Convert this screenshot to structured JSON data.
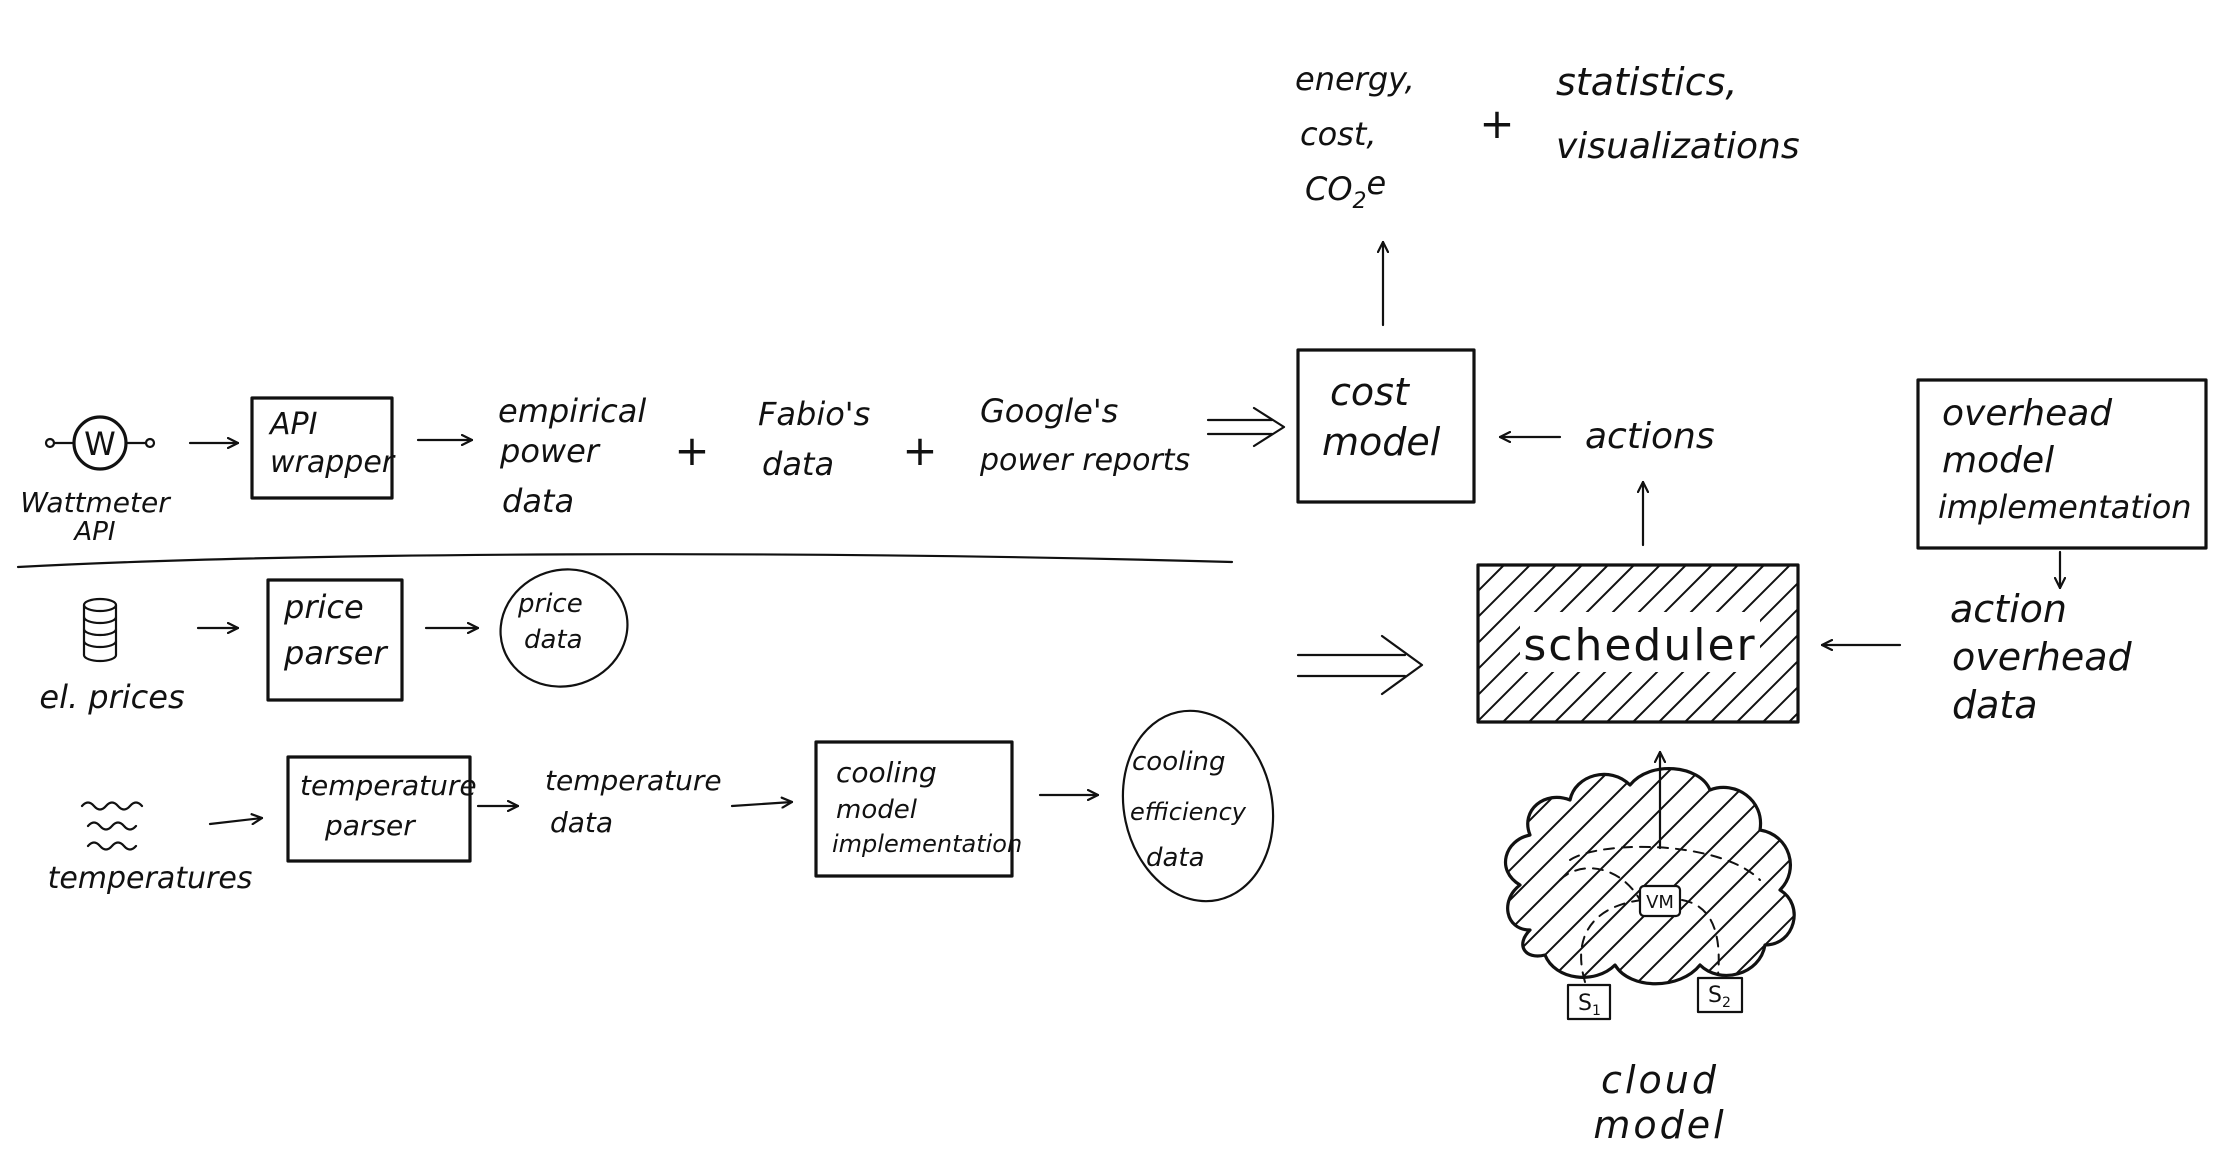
{
  "wattmeter": {
    "symbol": "W",
    "label_line1": "Wattmeter",
    "label_line2": "API"
  },
  "api_wrapper": {
    "line1": "API",
    "line2": "wrapper"
  },
  "empirical_power_data": {
    "line1": "empirical",
    "line2": "power",
    "line3": "data"
  },
  "fabios_data": {
    "line1": "Fabio's",
    "line2": "data"
  },
  "googles_power_reports": {
    "line1": "Google's",
    "line2": "power reports"
  },
  "plus_sign": "+",
  "cost_model": {
    "line1": "cost",
    "line2": "model"
  },
  "outputs": {
    "line1": "energy,",
    "line2": "cost,",
    "co2e_prefix": "CO",
    "co2e_sub": "2",
    "co2e_suffix": "e"
  },
  "statistics": {
    "line1": "statistics,",
    "line2": "visualizations"
  },
  "actions": "actions",
  "overhead_model": {
    "line1": "overhead",
    "line2": "model",
    "line3": "implementation"
  },
  "action_overhead_data": {
    "line1": "action",
    "line2": "overhead",
    "line3": "data"
  },
  "scheduler": "scheduler",
  "el_prices": "el. prices",
  "price_parser": {
    "line1": "price",
    "line2": "parser"
  },
  "price_data": {
    "line1": "price",
    "line2": "data"
  },
  "temperatures": "temperatures",
  "temperature_parser": {
    "line1": "temperature",
    "line2": "parser"
  },
  "temperature_data": {
    "line1": "temperature",
    "line2": "data"
  },
  "cooling_model": {
    "line1": "cooling",
    "line2": "model",
    "line3": "implementation"
  },
  "cooling_efficiency_data": {
    "line1": "cooling",
    "line2": "efficiency",
    "line3": "data"
  },
  "cloud_model": {
    "vm": "VM",
    "s1_prefix": "S",
    "s1_sub": "1",
    "s2_prefix": "S",
    "s2_sub": "2",
    "label_line1": "cloud",
    "label_line2": "model"
  }
}
